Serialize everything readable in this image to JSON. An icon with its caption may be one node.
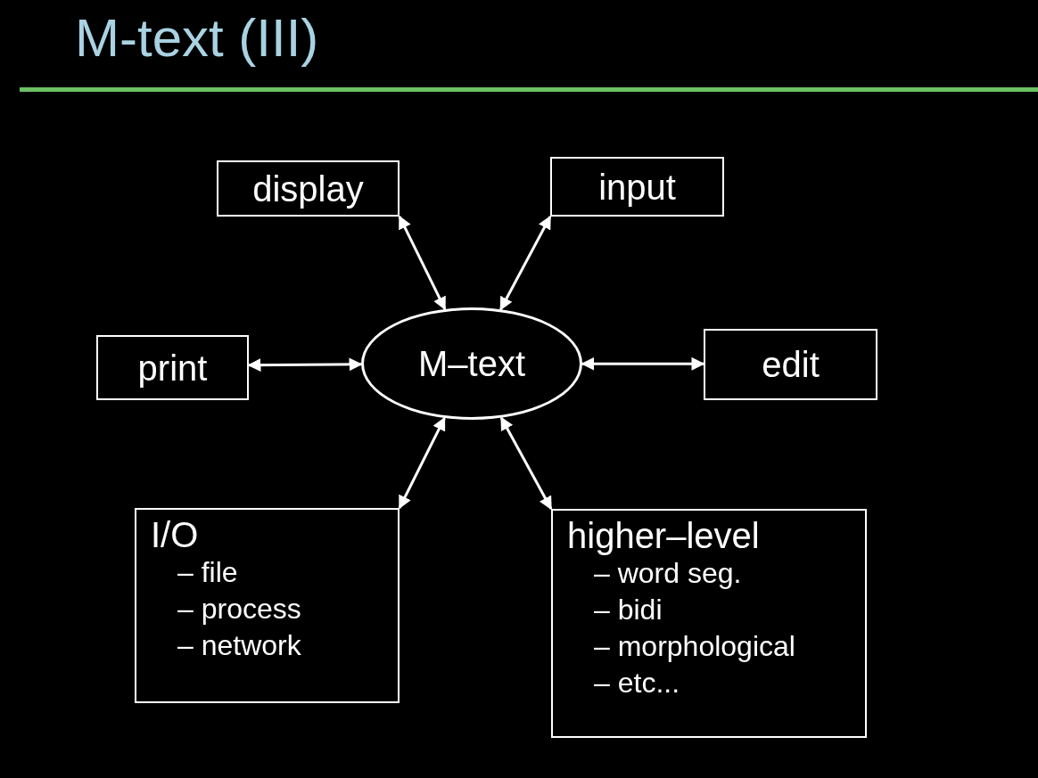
{
  "diagram": {
    "title": "M-text (III)",
    "nodes": [
      {
        "text": [
          "display"
        ]
      },
      {
        "text": [
          "input"
        ]
      },
      {
        "text": [
          "print"
        ]
      },
      {
        "text": [
          "M–text"
        ]
      },
      {
        "text": [
          "edit"
        ]
      },
      {
        "text": [
          "I/O",
          "– file",
          "– process",
          "– network"
        ]
      },
      {
        "text": [
          "higher–level",
          "– word seg.",
          "– bidi",
          "– morphological",
          "– etc..."
        ]
      }
    ],
    "edges": [
      {
        "from": 3,
        "to": 0,
        "arrow": "both"
      },
      {
        "from": 3,
        "to": 1,
        "arrow": "both"
      },
      {
        "from": 3,
        "to": 2,
        "arrow": "both"
      },
      {
        "from": 3,
        "to": 4,
        "arrow": "both"
      },
      {
        "from": 3,
        "to": 5,
        "arrow": "both"
      },
      {
        "from": 3,
        "to": 6,
        "arrow": "both"
      }
    ]
  }
}
